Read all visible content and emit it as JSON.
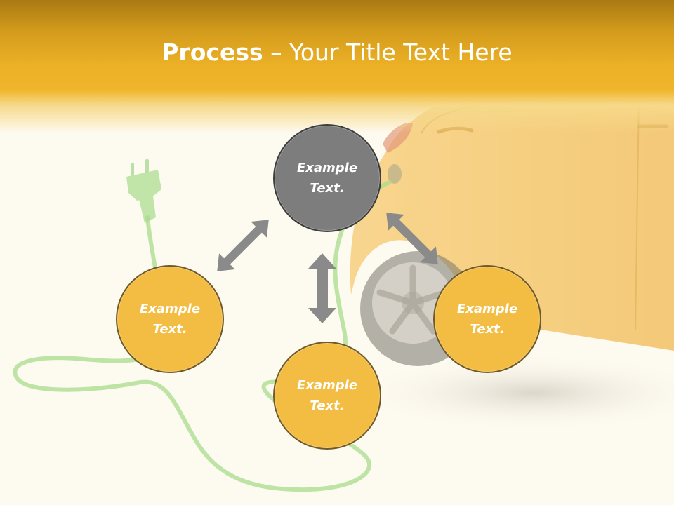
{
  "title": {
    "bold": "Process",
    "dash": " – ",
    "rest": "Your Title Text Here"
  },
  "nodes": {
    "top": {
      "line1": "Example",
      "line2": "Text."
    },
    "left": {
      "line1": "Example",
      "line2": "Text."
    },
    "bottom": {
      "line1": "Example",
      "line2": "Text."
    },
    "right": {
      "line1": "Example",
      "line2": "Text."
    }
  },
  "colors": {
    "header": "#f0b52a",
    "node_primary": "#7d7d7d",
    "node_secondary": "#f3bd43",
    "arrow": "#8a8a8a",
    "background": "#fdfaf0"
  }
}
